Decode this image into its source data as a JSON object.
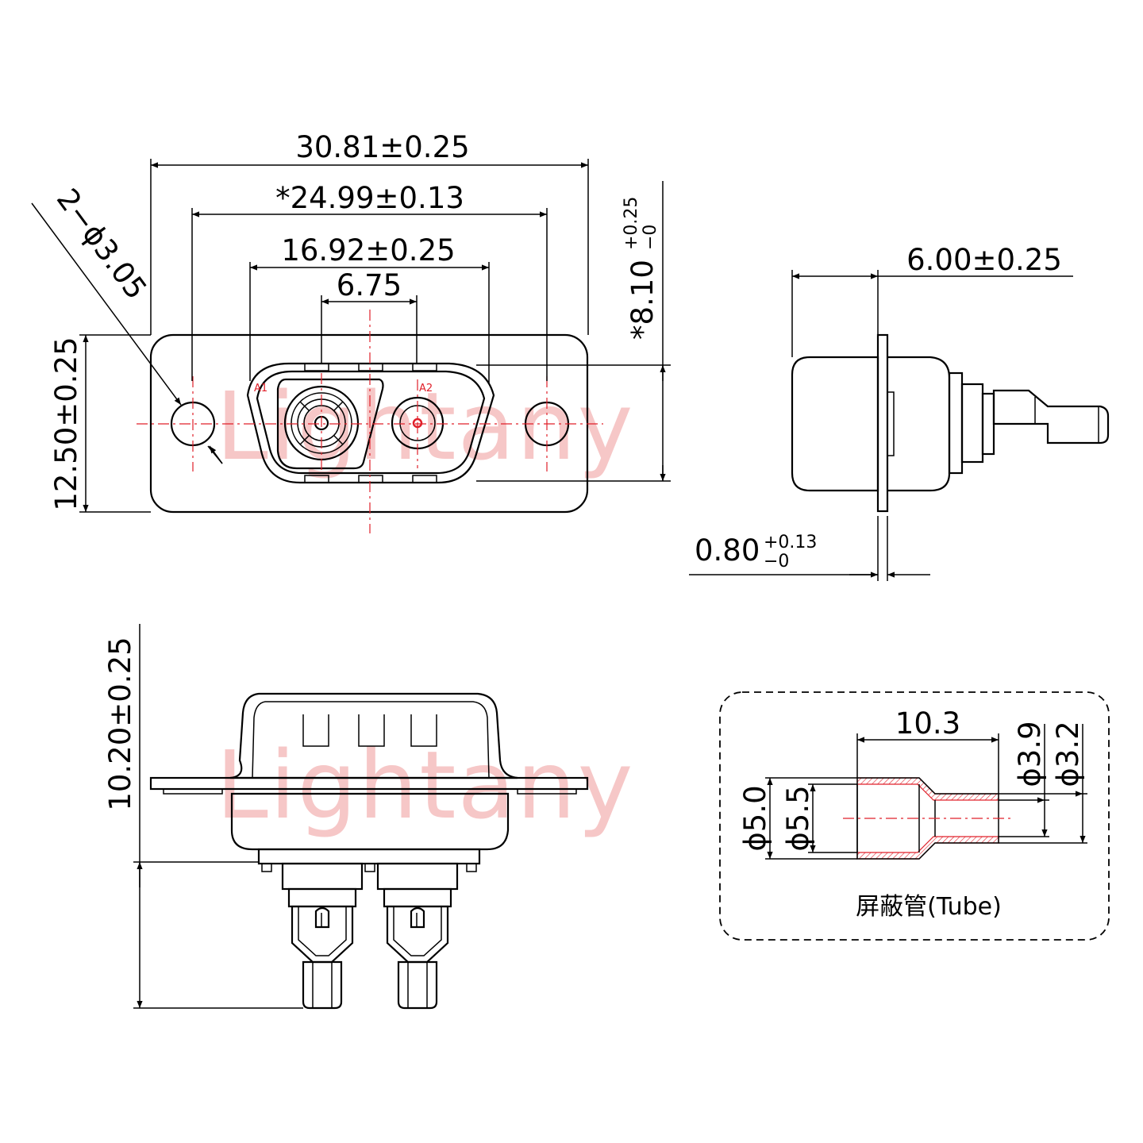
{
  "front_view": {
    "dim_overall_width": "30.81±0.25",
    "dim_mount_hole_pitch": "*24.99±0.13",
    "dim_shell_width": "16.92±0.25",
    "dim_contact_pitch": "6.75",
    "dim_mount_hole": "2−ϕ3.05",
    "dim_flange_height": "12.50±0.25",
    "dim_shell_height": "*8.10",
    "dim_shell_height_tol_upper": "+0.25",
    "dim_shell_height_tol_lower": "−0",
    "pin_label_1": "A1",
    "pin_label_2": "A2"
  },
  "side_view": {
    "dim_flange_to_front": "6.00±0.25",
    "dim_flange_thickness": "0.80",
    "dim_flange_thickness_tol_upper": "+0.13",
    "dim_flange_thickness_tol_lower": "−0"
  },
  "top_view": {
    "dim_total_height": "10.20±0.25"
  },
  "tube_detail": {
    "caption": "屏蔽管(Tube)",
    "dim_length": "10.3",
    "dim_outer_diameter": "ϕ5.0",
    "dim_outer_diameter_2": "ϕ5.5",
    "dim_small_diameter": "ϕ3.9",
    "dim_inner_diameter": "ϕ3.2"
  },
  "watermark": "Lightany",
  "colors": {
    "centerline": "#e0202a",
    "outline": "#000000",
    "watermark": "#f6c7c7"
  }
}
